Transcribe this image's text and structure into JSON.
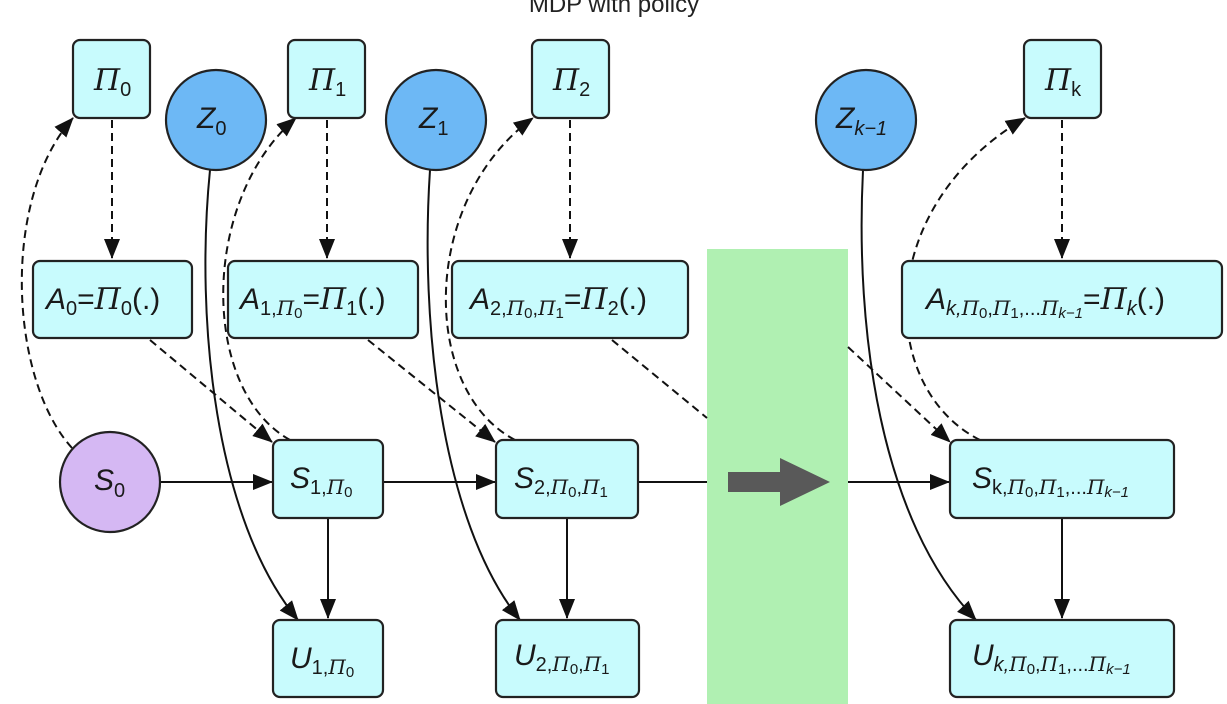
{
  "title": "MDP with policy",
  "colors": {
    "policy_node_fill": "#c8fbfd",
    "z_node_fill": "#6db8f5",
    "s0_node_fill": "#d5b8f3",
    "node_stroke": "#222222",
    "edge": "#111111",
    "gap_band": "#b0f0b2",
    "gap_arrow": "#595959"
  },
  "nodes": {
    "pi0": {
      "main": "Π",
      "sub": "0"
    },
    "pi1": {
      "main": "Π",
      "sub": "1"
    },
    "pi2": {
      "main": "Π",
      "sub": "2"
    },
    "pik": {
      "main": "Π",
      "sub": "k"
    },
    "z0": {
      "main": "Z",
      "sub": "0"
    },
    "z1": {
      "main": "Z",
      "sub": "1"
    },
    "zk1": {
      "main": "Z",
      "sub": "k−1"
    },
    "a0": {
      "main": "A",
      "sub": "0",
      "eq": "=",
      "rhs": "Π",
      "rhs_sub": "0",
      "tail": "(.)"
    },
    "a1": {
      "main": "A",
      "sub": "1,",
      "sub_pi": "Π",
      "sub_pi_idx": "0",
      "eq": "=",
      "rhs": "Π",
      "rhs_sub": "1",
      "tail": "(.)"
    },
    "a2": {
      "main": "A",
      "sub": "2,",
      "sub_pi": "Π",
      "sub_pi_idx": "0",
      "sub2": ",",
      "sub_pi2": "Π",
      "sub_pi2_idx": "1",
      "eq": "=",
      "rhs": "Π",
      "rhs_sub": "2",
      "tail": "(.)"
    },
    "ak": {
      "main": "A",
      "sub": "k,",
      "sub_pi": "Π",
      "sub_pi_idx": "0",
      "sub2": ",",
      "sub_pi2": "Π",
      "sub_pi2_idx": "1",
      "dots": ",...",
      "sub_pi3": "Π",
      "sub_pi3_idx": "k−1",
      "eq": "=",
      "rhs": "Π",
      "rhs_sub": "k",
      "tail": "(.)"
    },
    "s0": {
      "main": "S",
      "sub": "0"
    },
    "s1": {
      "main": "S",
      "sub": "1,",
      "sub_pi": "Π",
      "sub_pi_idx": "0"
    },
    "s2": {
      "main": "S",
      "sub": "2,",
      "sub_pi": "Π",
      "sub_pi_idx": "0",
      "sub2": ",",
      "sub_pi2": "Π",
      "sub_pi2_idx": "1"
    },
    "sk": {
      "main": "S",
      "sub": "k,",
      "sub_pi": "Π",
      "sub_pi_idx": "0",
      "sub2": ",",
      "sub_pi2": "Π",
      "sub_pi2_idx": "1",
      "dots": ",...",
      "sub_pi3": "Π",
      "sub_pi3_idx": "k−1"
    },
    "u1": {
      "main": "U",
      "sub": "1,",
      "sub_pi": "Π",
      "sub_pi_idx": "0"
    },
    "u2": {
      "main": "U",
      "sub": "2,",
      "sub_pi": "Π",
      "sub_pi_idx": "0",
      "sub2": ",",
      "sub_pi2": "Π",
      "sub_pi2_idx": "1"
    },
    "uk": {
      "main": "U",
      "sub": "k,",
      "sub_pi": "Π",
      "sub_pi_idx": "0",
      "sub2": ",",
      "sub_pi2": "Π",
      "sub_pi2_idx": "1",
      "dots": ",...",
      "sub_pi3": "Π",
      "sub_pi3_idx": "k−1"
    }
  },
  "edges": [
    {
      "from": "s0",
      "to": "pi0",
      "style": "dashed"
    },
    {
      "from": "pi0",
      "to": "a0",
      "style": "dashed"
    },
    {
      "from": "a0",
      "to": "s1",
      "style": "dashed"
    },
    {
      "from": "s0",
      "to": "s1",
      "style": "solid"
    },
    {
      "from": "z0",
      "to": "u1",
      "style": "solid"
    },
    {
      "from": "s1",
      "to": "pi1",
      "style": "dashed"
    },
    {
      "from": "pi1",
      "to": "a1",
      "style": "dashed"
    },
    {
      "from": "a1",
      "to": "s2",
      "style": "dashed"
    },
    {
      "from": "s1",
      "to": "s2",
      "style": "solid"
    },
    {
      "from": "s1",
      "to": "u1",
      "style": "solid"
    },
    {
      "from": "z1",
      "to": "u2",
      "style": "solid"
    },
    {
      "from": "s2",
      "to": "pi2",
      "style": "dashed"
    },
    {
      "from": "pi2",
      "to": "a2",
      "style": "dashed"
    },
    {
      "from": "s2",
      "to": "u2",
      "style": "solid"
    },
    {
      "from": "sk",
      "to": "pik",
      "style": "dashed"
    },
    {
      "from": "pik",
      "to": "ak",
      "style": "dashed"
    },
    {
      "from": "zk1",
      "to": "uk",
      "style": "solid"
    },
    {
      "from": "sk",
      "to": "uk",
      "style": "solid"
    }
  ],
  "gap_marker": "ellipsis-arrow"
}
